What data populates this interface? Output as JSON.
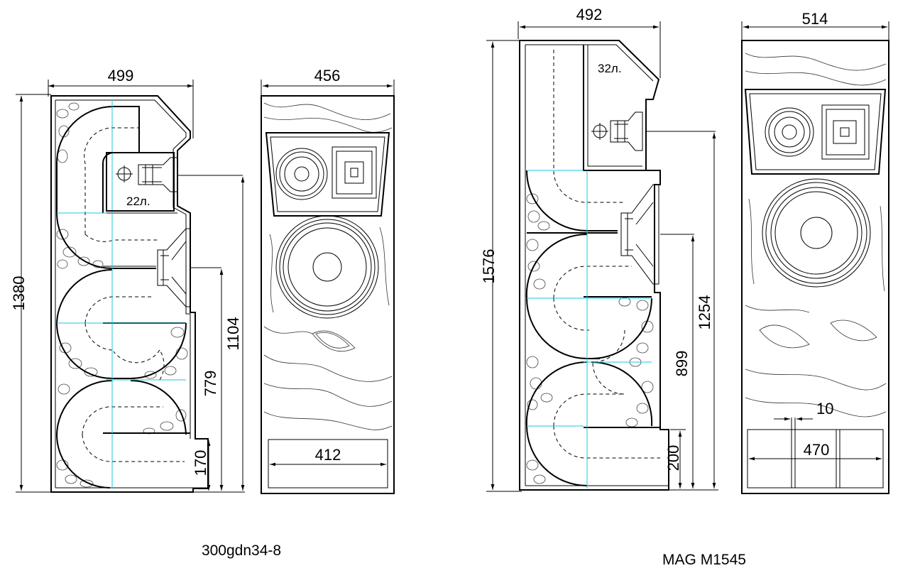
{
  "speaker_a": {
    "caption": "300gdn34-8",
    "side": {
      "width": "499",
      "height": "1380",
      "h_mid": "1104",
      "h_woofer": "779",
      "h_port": "170",
      "chamber_label": "22л."
    },
    "front": {
      "width": "456",
      "plinth_width": "412"
    }
  },
  "speaker_b": {
    "caption": "MAG M1545",
    "side": {
      "width": "492",
      "height": "1576",
      "h_mid": "1254",
      "h_woofer": "899",
      "h_port": "200",
      "chamber_label": "32л."
    },
    "front": {
      "width": "514",
      "plinth_width": "470",
      "gap": "10"
    }
  },
  "colors": {
    "lines": "#000000",
    "axis": "#19c8d8",
    "background": "#ffffff"
  }
}
